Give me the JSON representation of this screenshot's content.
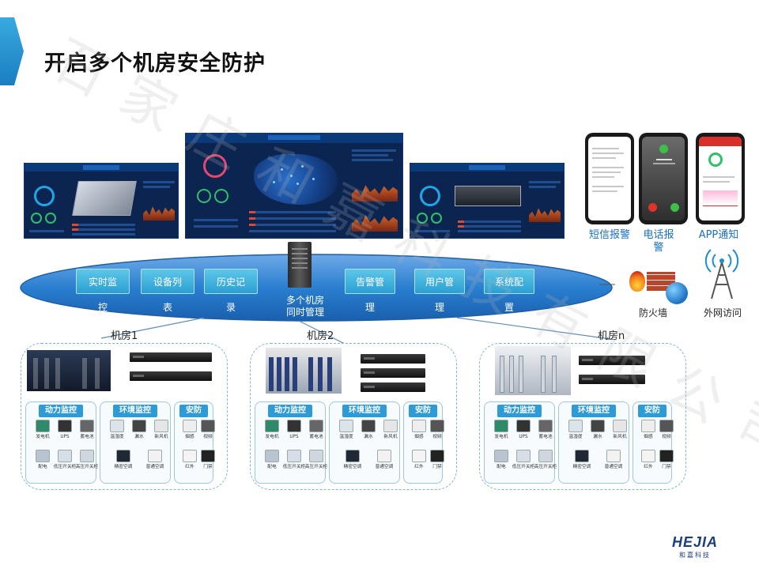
{
  "title": "开启多个机房安全防护",
  "watermark": "石家庄和嘉科技有限公司",
  "platform": {
    "functions_left": [
      "实时监控",
      "设备列表",
      "历史记录"
    ],
    "functions_right": [
      "告警管理",
      "用户管理",
      "系统配置"
    ],
    "center_label_line1": "多个机房",
    "center_label_line2": "同时管理"
  },
  "alerts": [
    {
      "label": "短信报警",
      "icon": "sms-phone-icon"
    },
    {
      "label_line1": "电话报",
      "label_line2": "警",
      "icon": "call-phone-icon"
    },
    {
      "label": "APP通知",
      "icon": "app-phone-icon"
    }
  ],
  "firewall_label": "防火墙",
  "external_access_label": "外网访问",
  "rooms": [
    {
      "label": "机房1"
    },
    {
      "label": "机房2"
    },
    {
      "label": "机房n"
    }
  ],
  "groups": {
    "power": {
      "title": "动力监控",
      "row1": [
        "发电机",
        "UPS",
        "蓄电池"
      ],
      "row2": [
        "配电",
        "低压开关柜",
        "高压开关柜"
      ]
    },
    "env": {
      "title": "环境监控",
      "row1": [
        "温湿度",
        "漏水",
        "新风机"
      ],
      "row2": [
        "精密空调",
        "普通空调"
      ]
    },
    "security": {
      "title": "安防",
      "row1": [
        "烟感",
        "视频"
      ],
      "row2": [
        "红外",
        "门禁"
      ]
    }
  },
  "logo": {
    "mark": "HEJIA",
    "sub": "和嘉科技"
  },
  "colors": {
    "accent": "#2f9bd6",
    "platform": "#2a7fd0",
    "title": "#111111"
  }
}
